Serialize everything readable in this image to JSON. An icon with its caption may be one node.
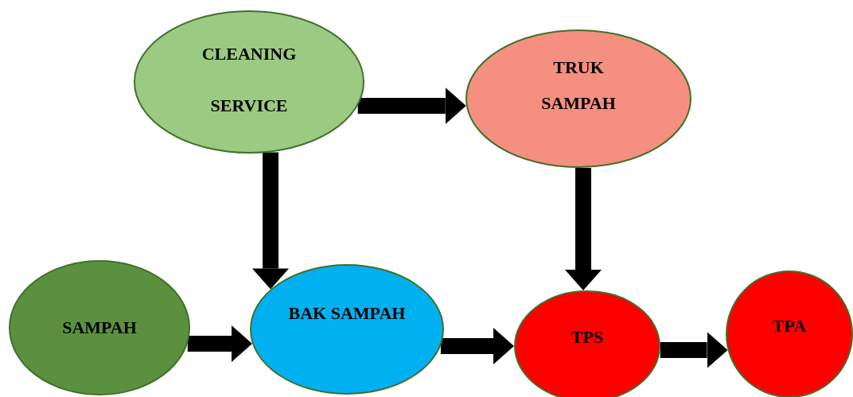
{
  "diagram": {
    "nodes": [
      {
        "text": [
          "CLEANING SERVICE"
        ]
      },
      {
        "text": [
          "TRUK SAMPAH"
        ]
      },
      {
        "text": [
          "SAMPAH"
        ]
      },
      {
        "text": [
          "BAK SAMPAH"
        ]
      },
      {
        "text": [
          "TPS"
        ]
      },
      {
        "text": [
          "TPA"
        ]
      }
    ],
    "edges": [
      {
        "from": 0,
        "to": 1,
        "arrow": "to"
      },
      {
        "from": 0,
        "to": 3,
        "arrow": "to"
      },
      {
        "from": 1,
        "to": 4,
        "arrow": "to"
      },
      {
        "from": 2,
        "to": 3,
        "arrow": "to"
      },
      {
        "from": 3,
        "to": 4,
        "arrow": "to"
      },
      {
        "from": 4,
        "to": 5,
        "arrow": "to"
      }
    ]
  }
}
